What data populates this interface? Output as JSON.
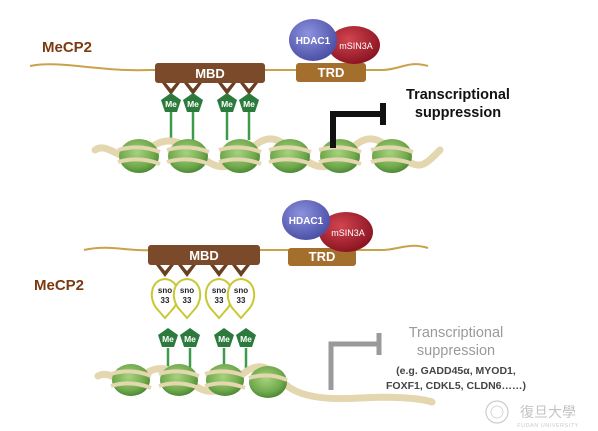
{
  "panel_top": {
    "protein_label": "MeCP2",
    "mbd_label": "MBD",
    "trd_label": "TRD",
    "hdac_label": "HDAC1",
    "msin_label": "mSIN3A",
    "methyl_labels": [
      "Me",
      "Me",
      "Me",
      "Me"
    ],
    "suppression_line1": "Transcriptional",
    "suppression_line2": "suppression"
  },
  "panel_bottom": {
    "protein_label": "MeCP2",
    "mbd_label": "MBD",
    "trd_label": "TRD",
    "hdac_label": "HDAC1",
    "msin_label": "mSIN3A",
    "methyl_labels": [
      "Me",
      "Me",
      "Me",
      "Me"
    ],
    "sno_labels": [
      {
        "line1": "sno",
        "line2": "33"
      },
      {
        "line1": "sno",
        "line2": "33"
      },
      {
        "line1": "sno",
        "line2": "33"
      },
      {
        "line1": "sno",
        "line2": "33"
      }
    ],
    "suppression_line1": "Transcriptional",
    "suppression_line2": "suppression",
    "genes_line1": "(e.g. GADD45α, MYOD1,",
    "genes_line2": "FOXF1, CDKL5, CLDN6……)"
  },
  "watermark": {
    "university_cn": "復旦大學",
    "university_en": "FUDAN UNIVERSITY"
  },
  "colors": {
    "mecp2_text": "#7a3b12",
    "domain_fill": "#7b4a2a",
    "hdac_fill": "#6a6fc0",
    "msin_fill": "#b3222f",
    "me_fill": "#2c7a3c",
    "stick": "#3f9b4c",
    "sno_loop": "#c8c832",
    "nucleosome": "#7cb35a",
    "dna": "#e4d6ae",
    "linker": "#c9a24a",
    "suppression_active": "#111111",
    "suppression_inactive": "#9a9a9a"
  }
}
